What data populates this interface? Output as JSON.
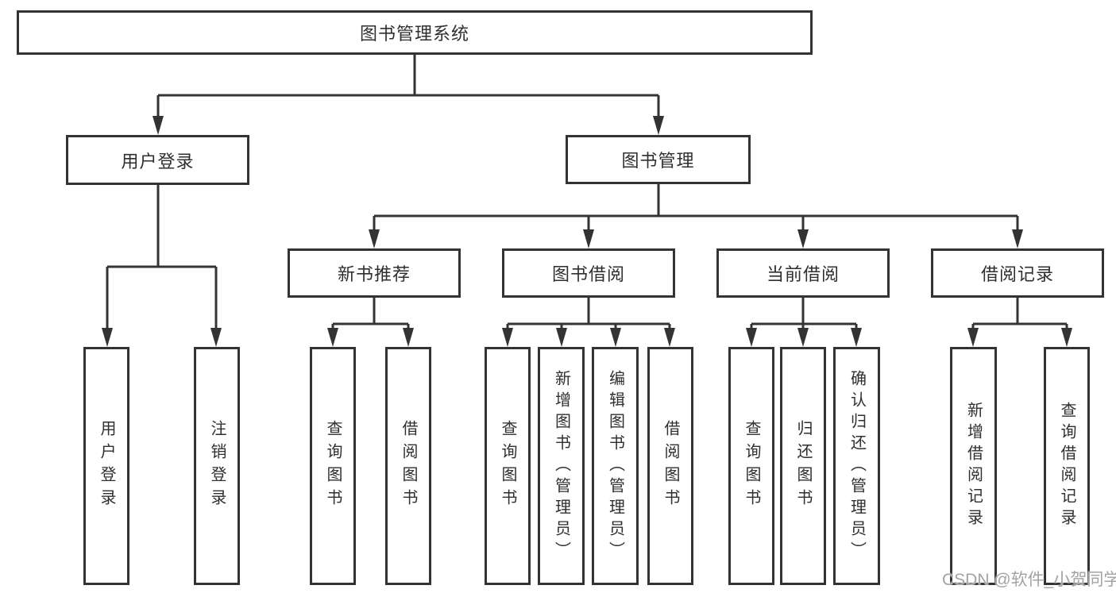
{
  "diagram": {
    "root": {
      "label": "图书管理系统"
    },
    "branches": [
      {
        "label": "用户登录",
        "children": [
          {
            "label": "用户登录"
          },
          {
            "label": "注销登录"
          }
        ]
      },
      {
        "label": "图书管理",
        "children": [
          {
            "label": "新书推荐",
            "children": [
              {
                "label": "查询图书"
              },
              {
                "label": "借阅图书"
              }
            ]
          },
          {
            "label": "图书借阅",
            "children": [
              {
                "label": "查询图书"
              },
              {
                "label": "新增图书（管理员）"
              },
              {
                "label": "编辑图书（管理员）"
              },
              {
                "label": "借阅图书"
              }
            ]
          },
          {
            "label": "当前借阅",
            "children": [
              {
                "label": "查询图书"
              },
              {
                "label": "归还图书"
              },
              {
                "label": "确认归还（管理员）"
              }
            ]
          },
          {
            "label": "借阅记录",
            "children": [
              {
                "label": "新增借阅记录"
              },
              {
                "label": "查询借阅记录"
              }
            ]
          }
        ]
      }
    ]
  },
  "watermark": {
    "text": "CSDN @软件_小贺同学"
  },
  "colors": {
    "line": "#333333",
    "box_border": "#333333",
    "text": "#2f2f2f",
    "watermark": "#a3a3a3",
    "background": "#ffffff"
  }
}
